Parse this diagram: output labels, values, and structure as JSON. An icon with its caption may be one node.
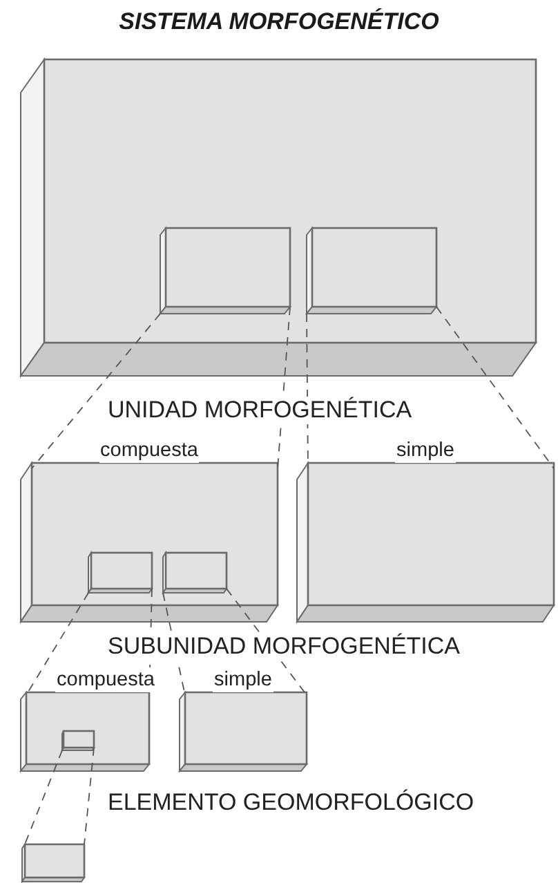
{
  "diagram": {
    "title": "SISTEMA MORFOGENÉTICO",
    "nodes": [
      {
        "text": [],
        "shape": "box"
      },
      {
        "text": [],
        "shape": "box",
        "in": 0
      },
      {
        "text": [],
        "shape": "box",
        "in": 0
      },
      {
        "text": [
          "compuesta"
        ]
      },
      {
        "text": [
          "simple"
        ]
      },
      {
        "text": [],
        "shape": "box",
        "in": 3
      },
      {
        "text": [],
        "shape": "box",
        "in": 3
      },
      {
        "text": [
          "compuesta"
        ]
      },
      {
        "text": [
          "simple"
        ]
      },
      {
        "text": [],
        "shape": "box",
        "in": 7
      },
      {
        "text": [],
        "shape": "box"
      }
    ],
    "edges": [
      {
        "from": 1,
        "to": 3,
        "arrow": "none",
        "style": "dashed"
      },
      {
        "from": 1,
        "to": 3,
        "arrow": "none",
        "style": "dashed"
      },
      {
        "from": 2,
        "to": 4,
        "arrow": "none",
        "style": "dashed"
      },
      {
        "from": 2,
        "to": 4,
        "arrow": "none",
        "style": "dashed"
      },
      {
        "from": 5,
        "to": 7,
        "arrow": "none",
        "style": "dashed"
      },
      {
        "from": 5,
        "to": 7,
        "arrow": "none",
        "style": "dashed"
      },
      {
        "from": 6,
        "to": 8,
        "arrow": "none",
        "style": "dashed"
      },
      {
        "from": 6,
        "to": 8,
        "arrow": "none",
        "style": "dashed"
      },
      {
        "from": 9,
        "to": 10,
        "arrow": "none",
        "style": "dashed"
      },
      {
        "from": 9,
        "to": 10,
        "arrow": "none",
        "style": "dashed"
      }
    ],
    "labels": [
      "UNIDAD MORFOGENÉTICA",
      "SUBUNIDAD MORFOGENÉTICA",
      "ELEMENTO GEOMORFOLÓGICO"
    ]
  }
}
